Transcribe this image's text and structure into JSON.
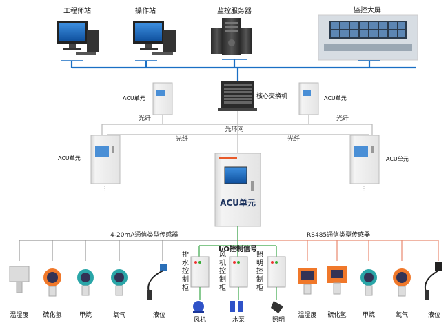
{
  "labels": {
    "engineer_station": "工程师站",
    "operator_station": "操作站",
    "monitor_server": "监控服务器",
    "monitor_screen": "监控大屏",
    "acu_unit": "ACU单元",
    "core_switch": "核心交换机",
    "fiber": "光纤",
    "fiber_ring": "光环网",
    "main_acu": "ACU单元",
    "analog_sensors": "4-20mA通信类型传感器",
    "io_signal": "I/O控制信号",
    "rs485_sensors": "RS485通信类型传感器",
    "exhaust_cabinet": "排水控制柜",
    "fan_cabinet": "风机控制柜",
    "light_cabinet": "照明控制柜",
    "fan": "风机",
    "pump": "水泵",
    "lighting": "照明",
    "temp_humidity": "温湿度",
    "h2s": "硫化氢",
    "methane": "甲烷",
    "oxygen": "氧气",
    "level": "液位"
  },
  "colors": {
    "network_blue": "#1a6fc4",
    "fiber_gray": "#b8b8b8",
    "left_bus": "#999999",
    "io_green": "#3aa648",
    "rs485_red": "#e8896f",
    "sensor_orange": "#f0782a",
    "sensor_teal": "#2aa6a8"
  }
}
